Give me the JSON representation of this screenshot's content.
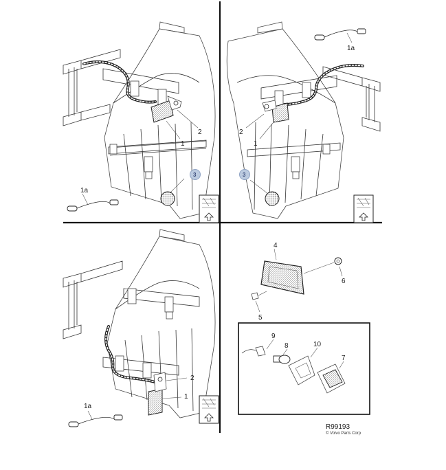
{
  "diagram": {
    "reference_code": "R99193",
    "copyright": "© Volvo Parts Corp"
  },
  "labels": {
    "p1": {
      "l1": "1",
      "l2": "2",
      "l1a": "1a",
      "l3": "3"
    },
    "p2": {
      "l1": "1",
      "l2": "2",
      "l1a": "1a",
      "l3": "3"
    },
    "p3": {
      "l1": "1",
      "l2": "2",
      "l1a": "1a"
    },
    "p4": {
      "l4": "4",
      "l5": "5",
      "l6": "6",
      "l7": "7",
      "l8": "8",
      "l9": "9",
      "l10": "10"
    }
  },
  "colors": {
    "divider": "#111111",
    "callout_fill": "#bccbe0",
    "callout_stroke": "#8fa3c4"
  }
}
